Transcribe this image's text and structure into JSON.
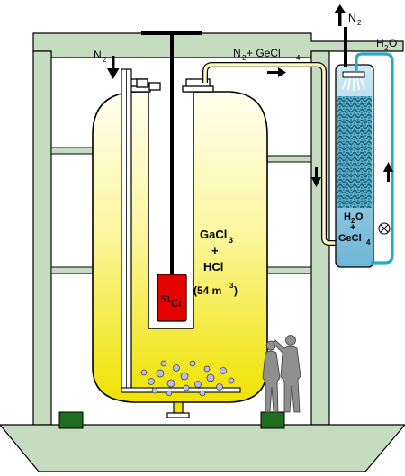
{
  "labels": {
    "n2_top": "N",
    "n2_top_sub": "2",
    "n2_inlet": "N",
    "n2_inlet_sub": "2",
    "n2_gecl4_a": "N",
    "n2_gecl4_sub": "2",
    "n2_gecl4_b": "+ GeCl",
    "n2_gecl4_sub2": "4",
    "h2o_top": "H",
    "h2o_top_sub": "2",
    "h2o_top_o": "O",
    "gacl3_a": "GaCl",
    "gacl3_sub": "3",
    "plus1": "+",
    "hcl": "HCl",
    "vol_a": "(54 m",
    "vol_sup": "3",
    "vol_b": ")",
    "cr_sup": "51",
    "cr": "Cr",
    "col_h2o_a": "H",
    "col_h2o_sub": "2",
    "col_h2o_o": "O",
    "plus2": "+",
    "col_gecl_a": "GeCl",
    "col_gecl_sub": "4"
  },
  "colors": {
    "structure": "#c6dcc0",
    "structure_edge": "#000000",
    "tank_top": "#ffffe6",
    "tank_bottom": "#f2e600",
    "source": "#e60000",
    "column_fill": "#8fc8df",
    "column_packing": "#1f7a96",
    "water_pipe": "#28a9c9",
    "gas_pipe": "#fff7c2",
    "footing": "#1f6e1f",
    "people": "#8f8f8f"
  }
}
